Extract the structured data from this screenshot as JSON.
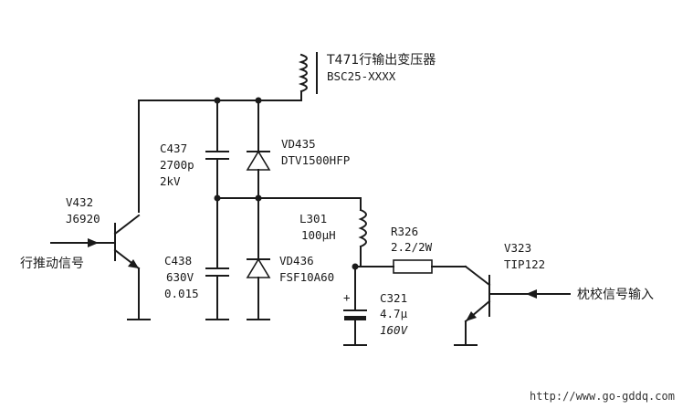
{
  "transformer": {
    "ref": "T471行输出变压器",
    "part": "BSC25-XXXX"
  },
  "transistor_v432": {
    "ref": "V432",
    "part": "J6920"
  },
  "input_drive": {
    "label": "行推动信号"
  },
  "cap_c437": {
    "ref": "C437",
    "value": "2700p",
    "voltage": "2kV"
  },
  "diode_vd435": {
    "ref": "VD435",
    "part": "DTV1500HFP"
  },
  "cap_c438": {
    "ref": "C438",
    "voltage": "630V",
    "value": "0.015"
  },
  "diode_vd436": {
    "ref": "VD436",
    "part": "FSF10A60"
  },
  "inductor_l301": {
    "ref": "L301",
    "value": "100μH"
  },
  "resistor_r326": {
    "ref": "R326",
    "value": "2.2/2W"
  },
  "cap_c321": {
    "ref": "C321",
    "value": "4.7μ",
    "voltage": "160V"
  },
  "transistor_v323": {
    "ref": "V323",
    "part": "TIP122"
  },
  "input_pincushion": {
    "label": "枕校信号输入"
  },
  "watermark": {
    "text": "http://www.go-gddq.com"
  }
}
